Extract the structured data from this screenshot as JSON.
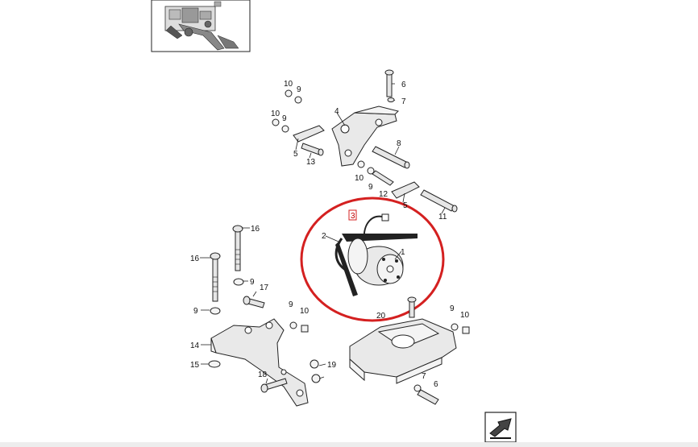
{
  "thumbnail": {
    "icon": "tractor-overview-icon"
  },
  "highlight": {
    "color": "#d42020",
    "boxed_callout": "3"
  },
  "callouts": {
    "c1": "1",
    "c2": "2",
    "c3": "3",
    "c4": "4",
    "c5a": "5",
    "c5b": "5",
    "c6a": "6",
    "c6b": "6",
    "c7a": "7",
    "c7b": "7",
    "c8": "8",
    "c9a": "9",
    "c9b": "9",
    "c9c": "9",
    "c9d": "9",
    "c9e": "9",
    "c9f": "9",
    "c9g": "9",
    "c10a": "10",
    "c10b": "10",
    "c10c": "10",
    "c10d": "10",
    "c10e": "10",
    "c11": "11",
    "c12": "12",
    "c13": "13",
    "c14": "14",
    "c15": "15",
    "c16a": "16",
    "c16b": "16",
    "c17": "17",
    "c18": "18",
    "c19": "19",
    "c20": "20"
  },
  "navigation": {
    "next_icon": "next-page-arrow-icon"
  }
}
